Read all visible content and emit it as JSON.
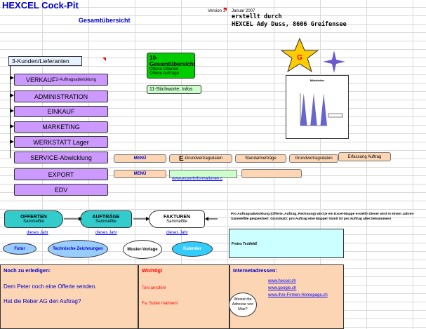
{
  "header": {
    "title": "HEXCEL Cock-Pit",
    "version": "Version 1",
    "date": "Januar 2007",
    "created_by": "erstellt durch",
    "author": "HEXCEL  Ady Duss, 8606 Greifensee",
    "subtitle": "Gesamtübersicht"
  },
  "customers": "3-Kunden/Lieferanten",
  "menu": [
    {
      "label": "VERKAUF",
      "sub": "2-Auftragsabwicklung"
    },
    {
      "label": "ADMINISTRATION"
    },
    {
      "label": "EINKAUF"
    },
    {
      "label": "MARKETING"
    },
    {
      "label": "WERKSTATT Lager"
    },
    {
      "label": "SERVICE-Abwicklung"
    },
    {
      "label": "EXPORT"
    },
    {
      "label": "EDV"
    }
  ],
  "overview": {
    "title": "10-Gesamtübersicht",
    "line1": "Offene Offerten",
    "line2": "Offene Aufträge"
  },
  "keywords": "11-Stichworte, Infos",
  "star_letter": "G",
  "chart_data": {
    "type": "area",
    "title": "Mitarbeiter",
    "values": [
      0,
      10,
      0,
      0,
      10,
      0,
      0,
      10,
      0
    ]
  },
  "service_row": {
    "menu": "MENÜ",
    "e_label": "E",
    "e_text": "-Grundvertragsdaten",
    "standard": "Standartverträge",
    "grund": "Grundvertragsdaten",
    "erfassung": "Erfassung Auftrag"
  },
  "export_row": {
    "menu": "MENÜ",
    "link": "www.exportinformationen.c"
  },
  "flow": [
    {
      "title": "OFFERTEN",
      "sub": "Sammelfile"
    },
    {
      "title": "AUFTRÄGE",
      "sub": "Sammelfile"
    },
    {
      "title": "FAKTUREN",
      "sub": "Sammelfile"
    }
  ],
  "flow_links": [
    "dieses Jahr",
    "dieses Jahr",
    "dieses Jahr"
  ],
  "flow_note": "Pro Auftragsabwicklung (Offerte, Auftrag, Rechnung) wird je ein Excel-Mappe erstellt! Dieser wird in einem Jahres-Sammelfile gespeichert. Grundsatz: pro Auftrag eine Mappe! Somit ist pro Auftrag alles beisammen!",
  "ovals": [
    "Futur",
    "Technische Zeichnungen",
    "Muster-Vorlage",
    "Kalender"
  ],
  "free_text": "Freies Textfeld!",
  "todo": {
    "title": "Noch zu erledigen:",
    "line1": "Dem Peter noch eine Offerte senden.",
    "line2": "Hat die Reber AG den Auftrag?"
  },
  "important": {
    "title": "Wichtig!",
    "line1": "Toni anrufen!",
    "line2": "Fa. Sutter mahnen!"
  },
  "internet": {
    "title": "Internetadressen:",
    "links": [
      "www.hexcel.ch",
      "www.google.ch",
      "www.Ihre-Firmen-Homepage.ch"
    ],
    "bubble": "Weisst die Adresse von Max?"
  }
}
